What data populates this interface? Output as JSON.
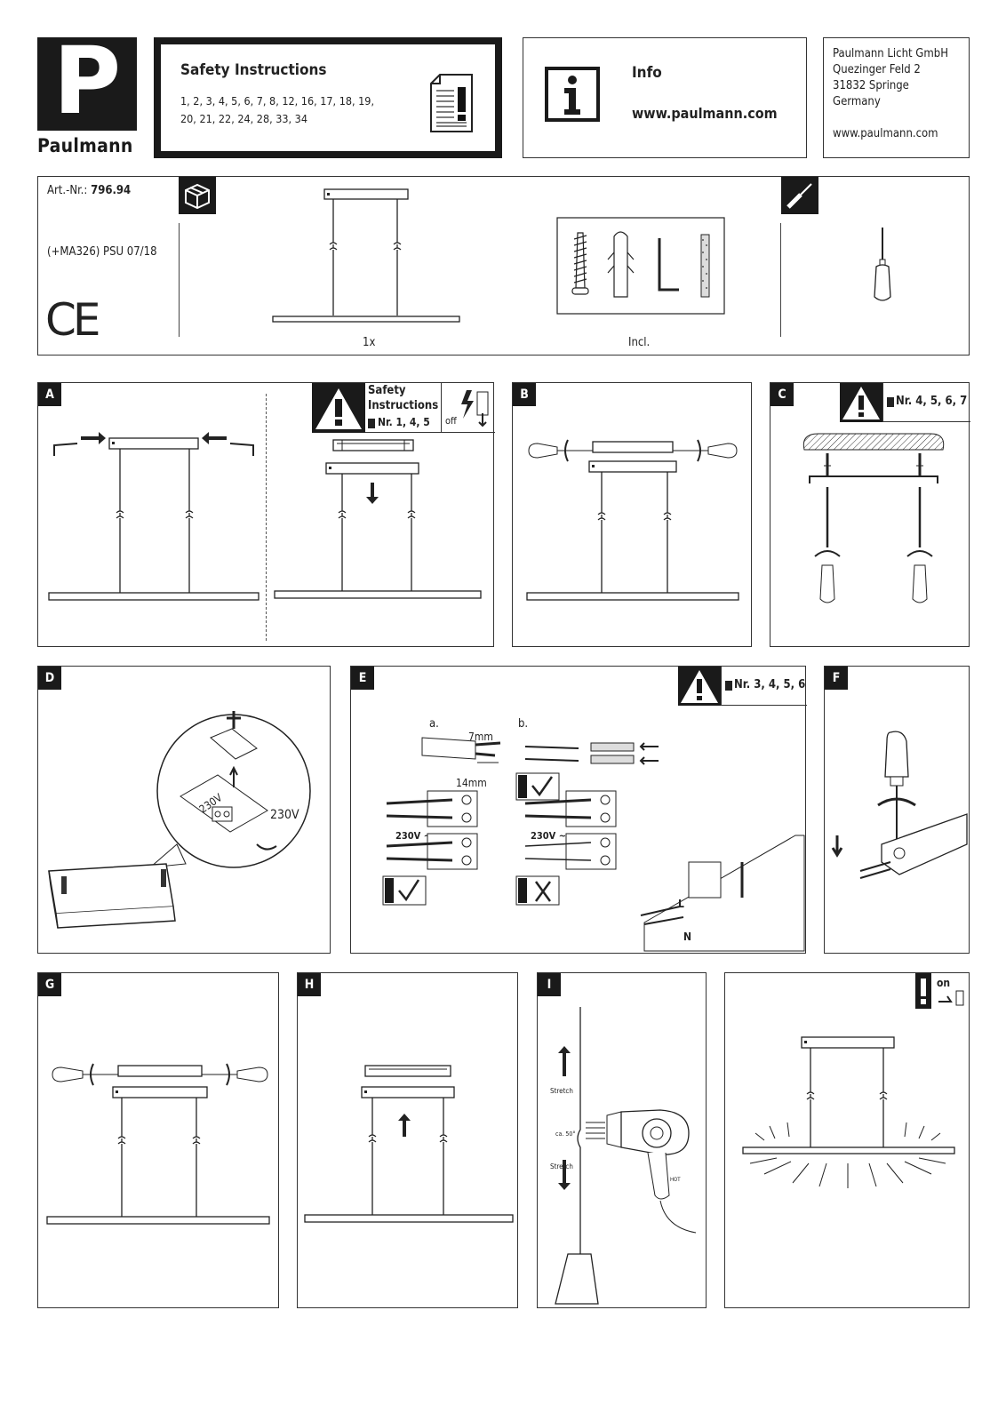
{
  "brand": {
    "logo_letter": "P",
    "name": "Paulmann"
  },
  "safety": {
    "title": "Safety Instructions",
    "line1": "1, 2, 3, 4, 5, 6, 7, 8, 12, 16, 17, 18, 19,",
    "line2": "20, 21, 22, 24, 28, 33, 34"
  },
  "info": {
    "title": "Info",
    "url": "www.paulmann.com"
  },
  "company": {
    "name": "Paulmann Licht GmbH",
    "street": "Quezinger Feld 2",
    "city": "31832 Springe",
    "country": "Germany",
    "url": "www.paulmann.com"
  },
  "article": {
    "label": "Art.-Nr.: ",
    "number": "796.94",
    "variant": "(+MA326) PSU 07/18",
    "ce": "CE"
  },
  "contents": {
    "qty_label": "1x",
    "incl_label": "Incl."
  },
  "steps": {
    "A": {
      "label": "A",
      "warn_l1": "Safety",
      "warn_l2": "Instructions",
      "warn_l3": "Nr. 1, 4, 5",
      "off": "off"
    },
    "B": {
      "label": "B"
    },
    "C": {
      "label": "C",
      "warn": "Nr. 4, 5, 6, 7"
    },
    "D": {
      "label": "D",
      "voltage": "230V",
      "voltage2": "230V"
    },
    "E": {
      "label": "E",
      "warn": "Nr. 3, 4, 5, 6",
      "a": "a.",
      "b": "b.",
      "mm7": "7mm",
      "mm14": "14mm",
      "v1": "230V ~",
      "v2": "230V ~",
      "L": "L",
      "N": "N",
      "Ltag": "L",
      "Ntag": "N"
    },
    "F": {
      "label": "F"
    },
    "G": {
      "label": "G"
    },
    "H": {
      "label": "H"
    },
    "I": {
      "label": "I",
      "stretch1": "Stretch",
      "angle": "ca. 50°",
      "stretch2": "Stretch",
      "hot": "HOT"
    },
    "J": {
      "on": "on"
    }
  }
}
